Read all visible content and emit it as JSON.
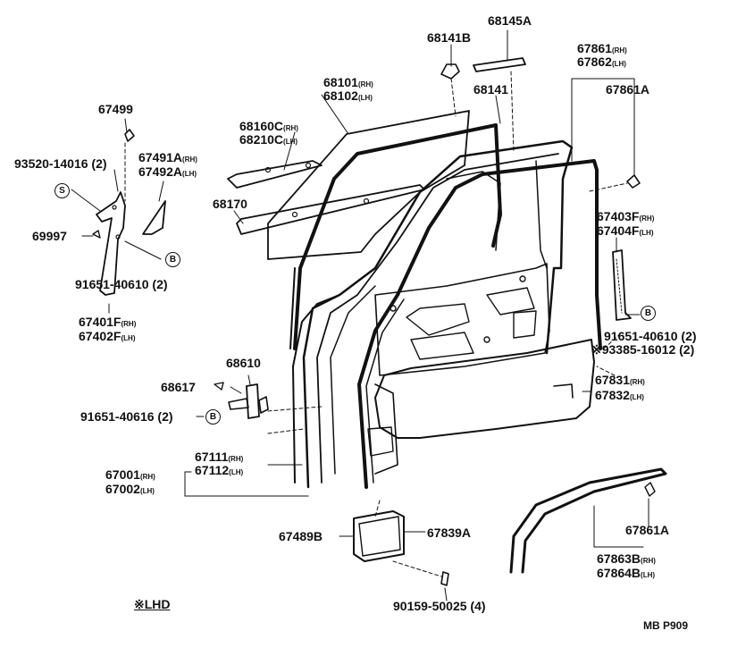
{
  "parts": {
    "p68145A": "68145A",
    "p68141B": "68141B",
    "p68141": "68141",
    "p68101": "68101",
    "p68102": "68102",
    "p67861": "67861",
    "p67862": "67862",
    "p67861A_top": "67861A",
    "p67499": "67499",
    "p93520": "93520-14016 (2)",
    "p68160C": "68160C",
    "p68210C": "68210C",
    "p67491A": "67491A",
    "p67492A": "67492A",
    "p68170": "68170",
    "p69997": "69997",
    "p91651_40610_left": "91651-40610 (2)",
    "p67401F": "67401F",
    "p67402F": "67402F",
    "p67403F": "67403F",
    "p67404F": "67404F",
    "p91651_40610_right": "91651-40610 (2)",
    "p93385": "93385-16012 (2)",
    "p68610": "68610",
    "p68617": "68617",
    "p91651_40616": "91651-40616 (2)",
    "p67831": "67831",
    "p67832": "67832",
    "p67111": "67111",
    "p67112": "67112",
    "p67001": "67001",
    "p67002": "67002",
    "p67489B": "67489B",
    "p67839A": "67839A",
    "p67861A_bottom": "67861A",
    "p67863B": "67863B",
    "p67864B": "67864B",
    "p90159": "90159-50025 (4)"
  },
  "suffix": {
    "rh": "(RH)",
    "lh": "(LH)"
  },
  "markers": {
    "s": "S",
    "b": "B"
  },
  "legend": {
    "lhd": "※LHD"
  },
  "asterisk": "※",
  "figure_code": "MB P909"
}
